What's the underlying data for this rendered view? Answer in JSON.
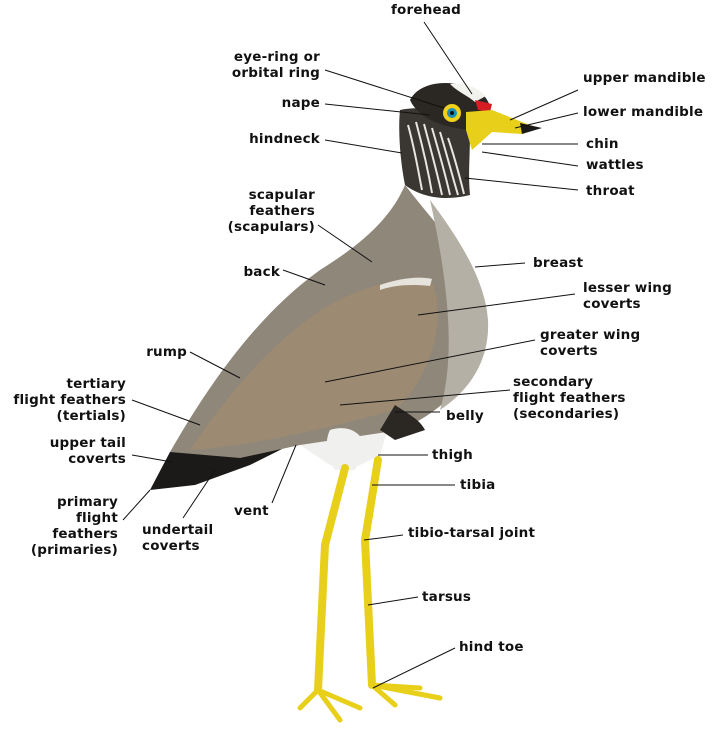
{
  "labels": {
    "forehead": "forehead",
    "eye_ring": "eye-ring or\norbital ring",
    "nape": "nape",
    "hindneck": "hindneck",
    "scapular": "scapular\nfeathers\n(scapulars)",
    "back": "back",
    "rump": "rump",
    "tertiary": "tertiary\nflight feathers\n(tertials)",
    "upper_tail_coverts": "upper tail\ncoverts",
    "primary": "primary\nflight\nfeathers\n(primaries)",
    "undertail_coverts": "undertail\ncoverts",
    "vent": "vent",
    "upper_mandible": "upper mandible",
    "lower_mandible": "lower mandible",
    "chin": "chin",
    "wattles": "wattles",
    "throat": "throat",
    "breast": "breast",
    "lesser_wing_coverts": "lesser wing\ncoverts",
    "greater_wing_coverts": "greater wing\ncoverts",
    "secondary": "secondary\nflight feathers\n(secondaries)",
    "belly": "belly",
    "thigh": "thigh",
    "tibia": "tibia",
    "tibio_tarsal_joint": "tibio-tarsal joint",
    "tarsus": "tarsus",
    "hind_toe": "hind toe"
  },
  "colors": {
    "plumage": "#8f877a",
    "wing": "#9c8a72",
    "head_black": "#2b2723",
    "forehead_white": "#f2f2ef",
    "wattle_red": "#d41c22",
    "bill_leg_yellow": "#e8cf1a",
    "eye_ring": "#f0d21c",
    "iris": "#1e8fb8"
  }
}
